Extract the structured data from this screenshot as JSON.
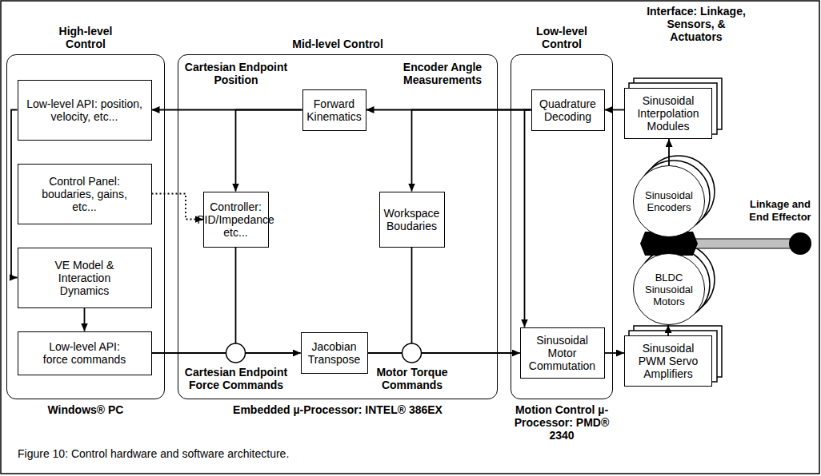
{
  "diagram": {
    "caption": "Figure 10: Control hardware and software architecture.",
    "nodes": [
      {
        "text": [
          "High-level Control",
          "Windows® PC"
        ]
      },
      {
        "text": [
          "Low-level API: position, velocity, etc..."
        ],
        "in": 0
      },
      {
        "text": [
          "Control Panel: boudaries, gains, etc..."
        ],
        "in": 0
      },
      {
        "text": [
          "VE Model & Interaction Dynamics"
        ],
        "in": 0
      },
      {
        "text": [
          "Low-level API: force commands"
        ],
        "in": 0
      },
      {
        "text": [
          "Mid-level Control",
          "Embedded µ-Processor: INTEL® 386EX"
        ]
      },
      {
        "text": [
          "Forward Kinematics"
        ],
        "in": 5
      },
      {
        "text": [
          "Controller: PID/Impedance etc..."
        ],
        "in": 5
      },
      {
        "text": [
          "Workspace Boudaries"
        ],
        "in": 5
      },
      {
        "text": [
          "Jacobian Transpose"
        ],
        "in": 5
      },
      {
        "text": [
          "Low-level Control",
          "Motion Control µ-Processor: PMD® 2340"
        ]
      },
      {
        "text": [
          "Quadrature Decoding"
        ],
        "in": 10
      },
      {
        "text": [
          "Sinusoidal Motor Commutation"
        ],
        "in": 10
      },
      {
        "text": [
          "Sinusoidal Interpolation Modules"
        ]
      },
      {
        "text": [
          "Sinusoidal Encoders"
        ]
      },
      {
        "text": [
          "BLDC Sinusoidal Motors"
        ]
      },
      {
        "text": [
          "Sinusoidal PWM Servo Amplifiers"
        ]
      }
    ],
    "edges": [
      {
        "from": 13,
        "to": 11,
        "arrow": "to"
      },
      {
        "from": 11,
        "to": 6,
        "arrow": "to"
      },
      {
        "from": 6,
        "to": 1,
        "arrow": "to"
      },
      {
        "from": 6,
        "to": 7,
        "arrow": "to"
      },
      {
        "from": 11,
        "to": 8,
        "arrow": "to"
      },
      {
        "from": 11,
        "to": 12,
        "arrow": "to"
      },
      {
        "from": 2,
        "to": 7,
        "arrow": "to"
      },
      {
        "from": 1,
        "to": 3,
        "arrow": "to"
      },
      {
        "from": 3,
        "to": 4,
        "arrow": "to"
      },
      {
        "from": 4,
        "to": 9,
        "arrow": "to"
      },
      {
        "from": 7,
        "to": 9,
        "arrow": "to"
      },
      {
        "from": 9,
        "to": 12,
        "arrow": "to"
      },
      {
        "from": 8,
        "to": 12,
        "arrow": "to"
      },
      {
        "from": 12,
        "to": 16,
        "arrow": "to"
      },
      {
        "from": 16,
        "to": 15,
        "arrow": "to"
      },
      {
        "from": 14,
        "to": 13,
        "arrow": "to"
      }
    ],
    "labels": [
      "Cartesian Endpoint Position",
      "Encoder Angle Measurements",
      "Cartesian Endpoint Force Commands",
      "Motor Torque Commands",
      "Interface: Linkage, Sensors, & Actuators",
      "Linkage and End Effector"
    ]
  }
}
